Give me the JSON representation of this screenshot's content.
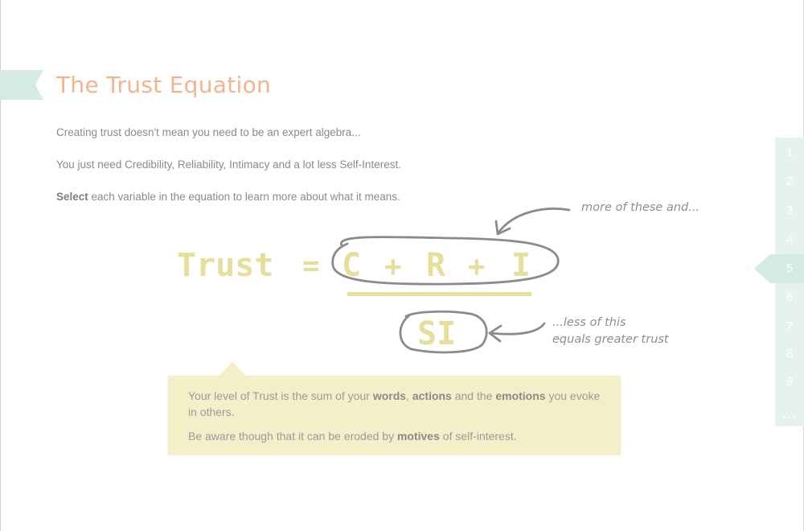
{
  "title": "The Trust Equation",
  "intro": {
    "line1": "Creating trust doesn't mean you need to be an expert algebra...",
    "line2": "You just need Credibility, Reliability, Intimacy and a lot less Self-Interest.",
    "line3_bold": "Select",
    "line3_rest": " each variable in the equation to learn more about what it means."
  },
  "equation": {
    "lhs": "Trust",
    "equals": "=",
    "plus": "+",
    "numerator": [
      "C",
      "R",
      "I"
    ],
    "denominator": "SI"
  },
  "annotations": {
    "top": "more of these and...",
    "bottom_line1": "...less of this",
    "bottom_line2": "equals greater trust"
  },
  "callout": {
    "p1_a": "Your level of Trust is the sum of your ",
    "p1_b": "words",
    "p1_c": ", ",
    "p1_d": "actions",
    "p1_e": " and the ",
    "p1_f": "emotions",
    "p1_g": " you evoke in others.",
    "p2_a": "Be aware though that it can be eroded by ",
    "p2_b": "motives",
    "p2_c": " of self-interest."
  },
  "pager": {
    "pages": [
      "1",
      "2",
      "3",
      "4",
      "5",
      "6",
      "7",
      "8",
      "9"
    ],
    "current": "5",
    "more": "..."
  },
  "colors": {
    "title": "#f3b48e",
    "equation": "#e6df9b",
    "accent": "#d4ebe4",
    "callout_bg": "#f2efc9"
  }
}
